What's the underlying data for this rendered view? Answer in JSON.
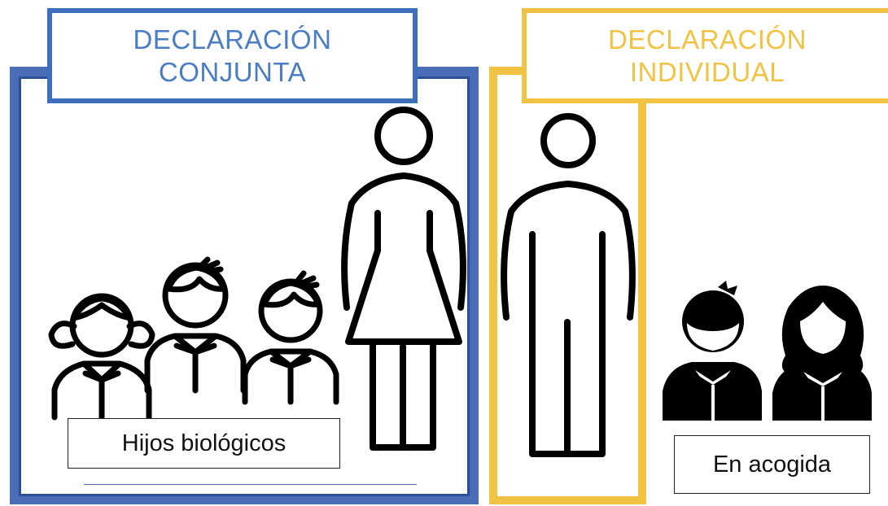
{
  "diagram": {
    "joint_title": "DECLARACIÓN\nCONJUNTA",
    "individual_title": "DECLARACIÓN\nINDIVIDUAL",
    "biological_children_label": "Hijos biológicos",
    "foster_children_label": "En acogida"
  },
  "colors": {
    "joint_accent": "#4a6db8",
    "joint_title_text": "#4a7dc4",
    "individual_accent": "#f2c242",
    "figure_stroke": "#000000"
  },
  "icons": [
    "girl-outline-icon",
    "boy-outline-icon",
    "boy-outline-icon",
    "woman-outline-icon",
    "man-outline-icon",
    "boy-filled-icon",
    "girl-filled-icon"
  ]
}
